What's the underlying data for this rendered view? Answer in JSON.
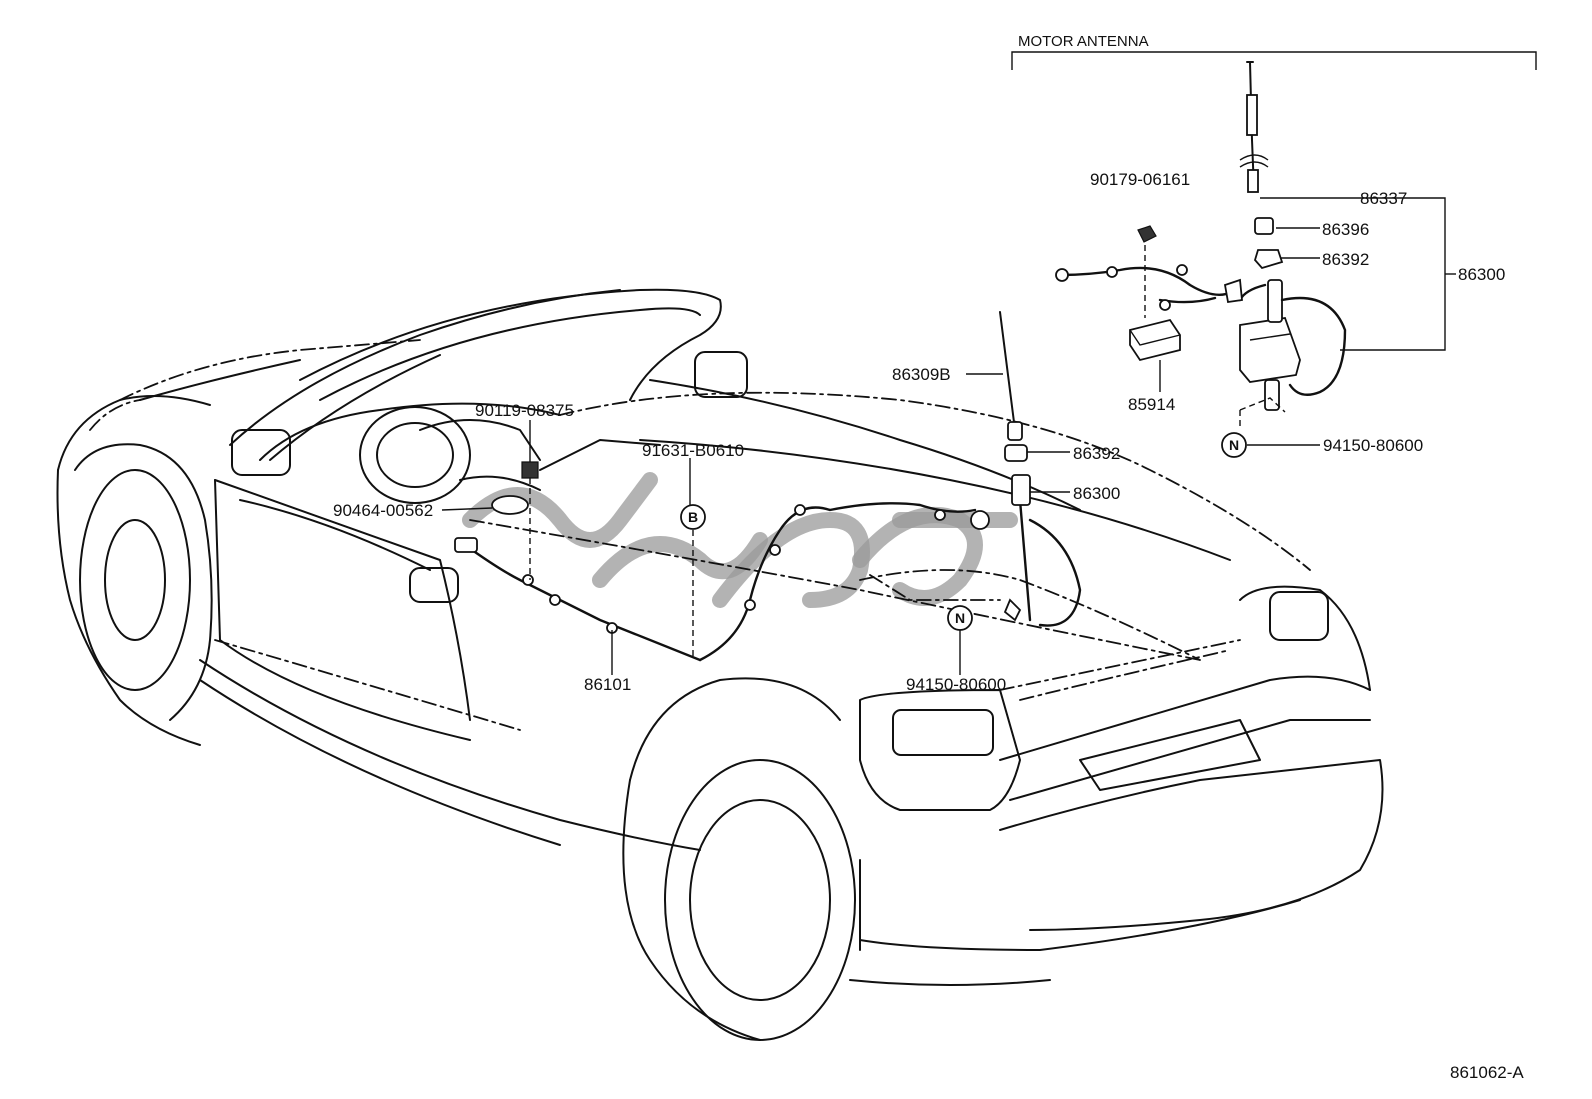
{
  "diagram": {
    "header": "MOTOR ANTENNA",
    "figure_code": "861062-A",
    "labels": {
      "p90179": "90179-06161",
      "p86337": "86337",
      "p86396": "86396",
      "p86392_top": "86392",
      "p86300_group": "86300",
      "p85914": "85914",
      "p94150_top": "94150-80600",
      "p86309b": "86309B",
      "p86392_mid": "86392",
      "p86300_mid": "86300",
      "p90119": "90119-08375",
      "p91631": "91631-B0610",
      "p90464": "90464-00562",
      "p86101": "86101",
      "p94150_bottom": "94150-80600"
    },
    "markers": {
      "b_marker": "B",
      "n_marker_top": "N",
      "n_marker_bottom": "N"
    }
  }
}
